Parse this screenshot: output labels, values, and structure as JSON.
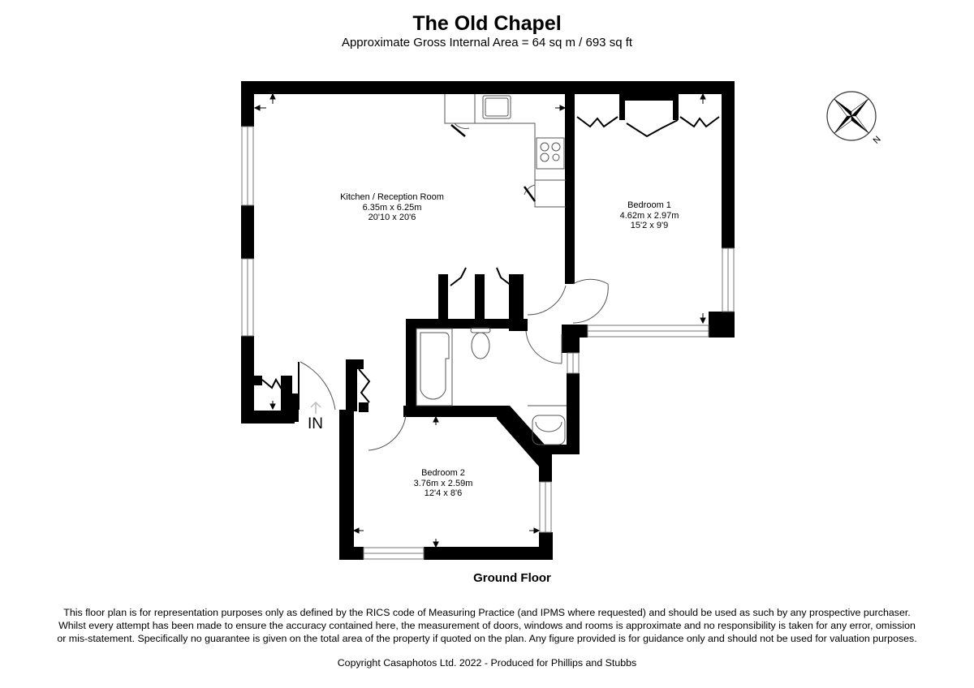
{
  "header": {
    "title": "The Old Chapel",
    "subtitle": "Approximate Gross Internal Area = 64 sq m / 693 sq ft"
  },
  "rooms": [
    {
      "name": "Kitchen / Reception Room",
      "metric": "6.35m x 6.25m",
      "imperial": "20'10 x 20'6"
    },
    {
      "name": "Bedroom 1",
      "metric": "4.62m x 2.97m",
      "imperial": "15'2 x 9'9"
    },
    {
      "name": "Bedroom 2",
      "metric": "3.76m x 2.59m",
      "imperial": "12'4 x 8'6"
    }
  ],
  "entrance": {
    "label": "IN"
  },
  "floor": {
    "label": "Ground Floor"
  },
  "compass": {
    "icon": "compass-rose-icon",
    "north_label": "N"
  },
  "footer": {
    "disclaimer": "This floor plan is for representation purposes only as defined by the RICS code of Measuring Practice (and IPMS where requested) and should be used as such by any prospective purchaser. Whilst every attempt has been made to ensure the accuracy contained here, the measurement of doors, windows and rooms is approximate and no responsibility is taken for any error, omission or mis-statement. Specifically no guarantee is given on the total area of the property if quoted on the plan. Any figure provided is for guidance only and should not be used for valuation purposes.",
    "copyright": "Copyright Casaphotos Ltd. 2022 - Produced for Phillips and Stubbs"
  },
  "colors": {
    "wall": "#000000",
    "line": "#555555",
    "background": "#ffffff",
    "entrance_arrow": "#bbbbbb"
  }
}
